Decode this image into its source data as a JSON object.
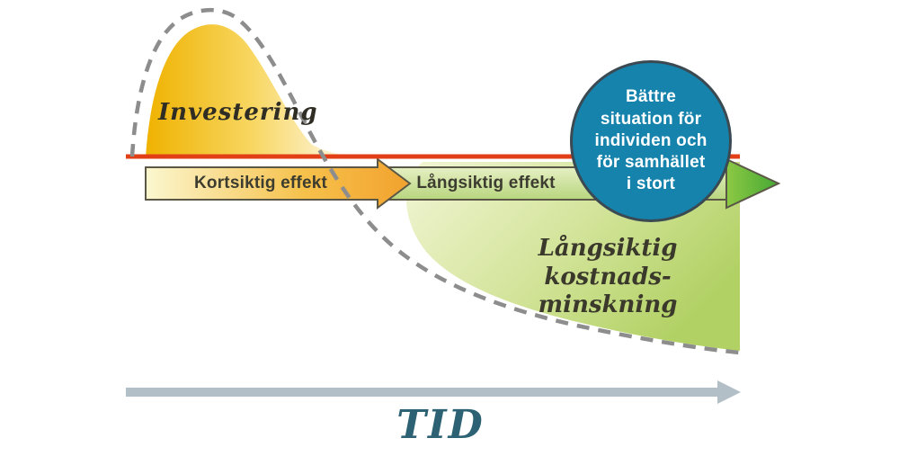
{
  "diagram": {
    "investment_label": "Investering",
    "short_term_label": "Kortsiktig effekt",
    "long_term_label": "Långsiktig effekt",
    "cost_reduction_line1": "Långsiktig kostnads-",
    "cost_reduction_line2": "minskning",
    "outcome_lines": [
      "Bättre",
      "situation för",
      "individen och",
      "för samhället",
      "i stort"
    ],
    "time_axis_label": "TID"
  },
  "colors": {
    "investment_gold": "#efb200",
    "short_term_arrow_orange": "#f2a22e",
    "long_term_band_green": "#c3db8c",
    "green_arrowhead": "#45a834",
    "cost_area_green": "#b2d165",
    "baseline_red": "#e23f17",
    "outcome_circle_blue": "#1583ac",
    "dashed_curve_gray": "#8d8d8d",
    "time_arrow_gray": "#b2bfc7",
    "time_label_teal": "#2d6274"
  }
}
